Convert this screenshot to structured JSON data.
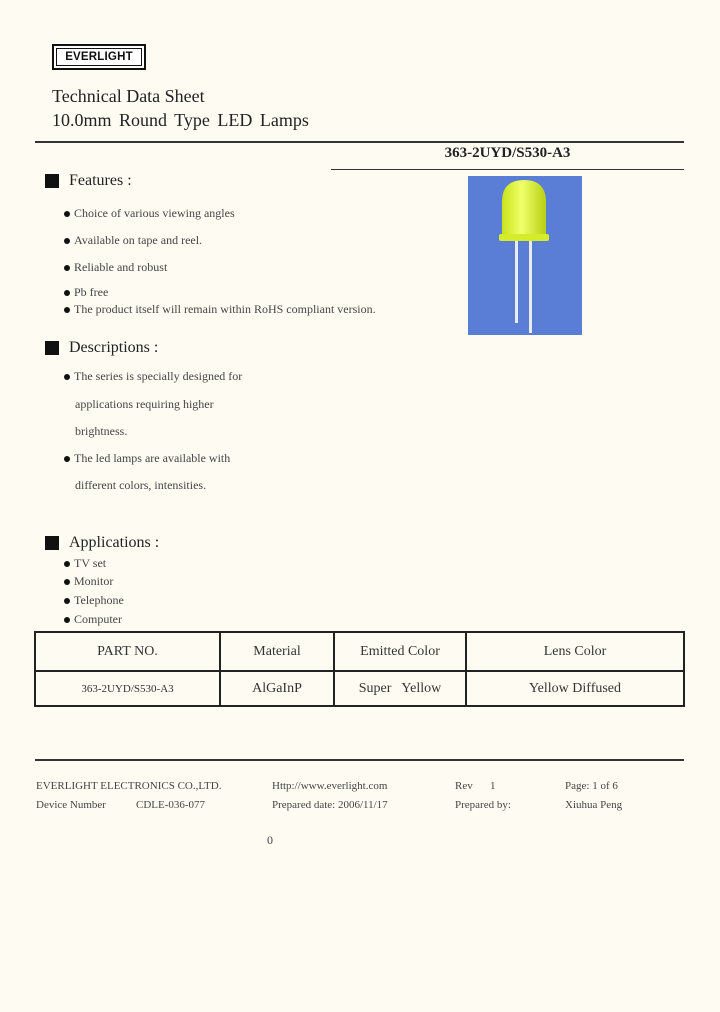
{
  "brand": {
    "logo_text": "EVERLIGHT"
  },
  "header": {
    "title": "Technical Data Sheet",
    "subtitle": "10.0mm Round Type LED Lamps",
    "part_number": "363-2UYD/S530-A3"
  },
  "features": {
    "heading": "Features :",
    "items": [
      "Choice of various viewing angles",
      "Available on tape and reel.",
      "Reliable and robust",
      "Pb free",
      "The product itself will remain within RoHS compliant version."
    ]
  },
  "descriptions": {
    "heading": "Descriptions :",
    "lines": [
      "The series is specially designed for",
      "applications requiring higher",
      "brightness.",
      "The led lamps are available with",
      "different colors, intensities."
    ]
  },
  "applications": {
    "heading": "Applications :",
    "items": [
      "TV set",
      "Monitor",
      "Telephone",
      "Computer"
    ]
  },
  "spec_table": {
    "headers": [
      "PART NO.",
      "Material",
      "Emitted Color",
      "Lens Color"
    ],
    "row": [
      "363-2UYD/S530-A3",
      "AlGaInP",
      "Super   Yellow",
      "Yellow Diffused"
    ]
  },
  "footer": {
    "company": "EVERLIGHT ELECTRONICS CO.,LTD.",
    "website": "Http://www.everlight.com",
    "rev_label": "Rev",
    "rev_value": "1",
    "page_label": "Page: 1 of  6",
    "device_label": "Device Number",
    "device_value": "CDLE-036-077",
    "prepared_date": "Prepared date: 2006/11/17",
    "prepared_by_label": "Prepared by:",
    "prepared_by_value": "Xiuhua Peng",
    "page_index": "0"
  },
  "colors": {
    "background": "#fefcf2",
    "photo_background": "#5a7ed6",
    "led_lens": "#d8ef2a"
  }
}
